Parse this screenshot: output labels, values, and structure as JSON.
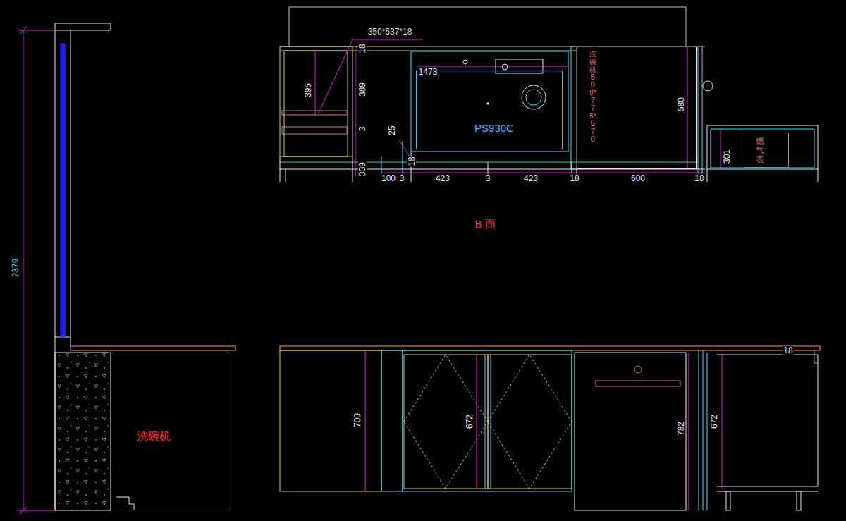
{
  "diagram": {
    "nodes": [
      {
        "text": [
          "PS930C"
        ]
      },
      {
        "text": [
          "洗碗机598*775*570"
        ]
      },
      {
        "text": [
          "燃气表"
        ]
      },
      {
        "text": [
          "洗碗机"
        ]
      }
    ],
    "labels": [
      "350*537*18",
      "18",
      "395",
      "389",
      "3",
      "25",
      "18",
      "339",
      "1473",
      "580",
      "301",
      "100",
      "3",
      "423",
      "3",
      "423",
      "18",
      "600",
      "18",
      "B 面",
      "2379",
      "700",
      "672",
      "782",
      "672",
      "18"
    ]
  }
}
